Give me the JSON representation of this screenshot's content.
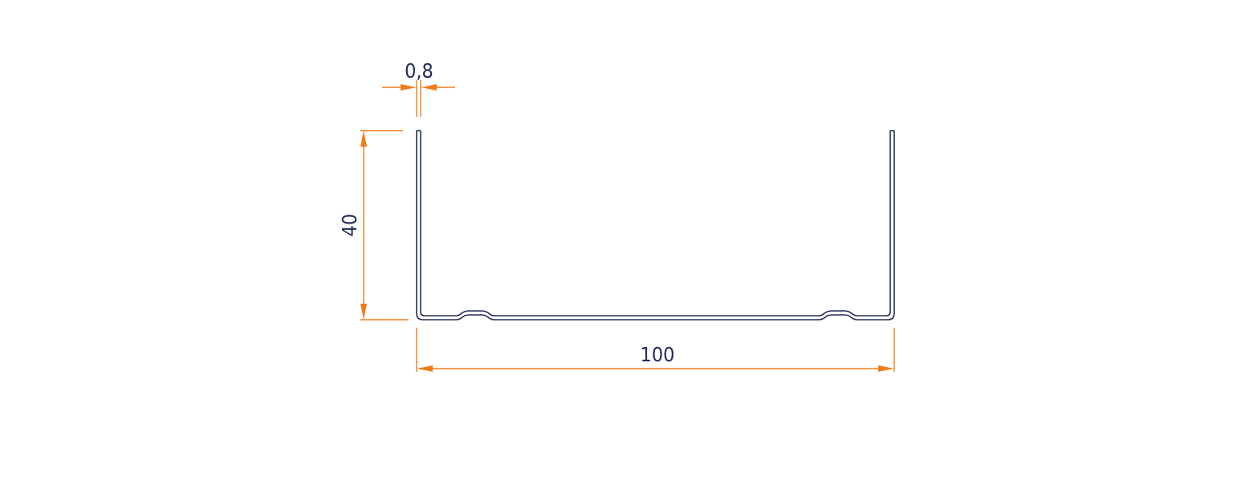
{
  "colors": {
    "profile_stroke": "#1f2d5a",
    "dimension_line": "#f07d1a",
    "dimension_text": "#1f2d5a",
    "background": "#ffffff"
  },
  "dimensions": {
    "thickness_label": "0,8",
    "height_label": "40",
    "width_label": "100"
  }
}
